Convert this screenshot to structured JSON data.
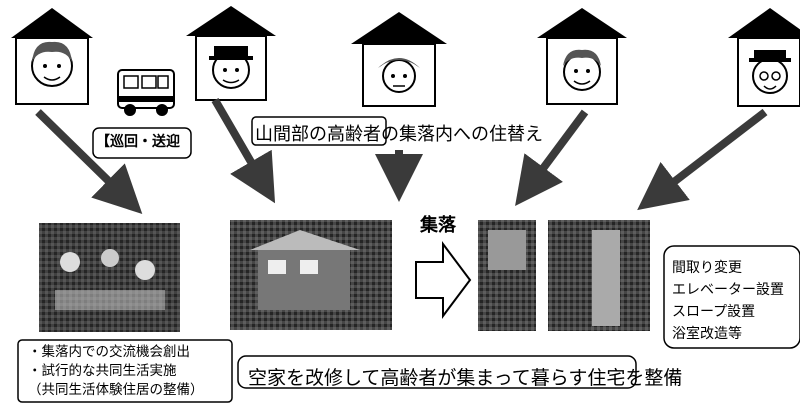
{
  "houses": [
    {
      "person": "elderly-woman"
    },
    {
      "person": "elderly-man-hat"
    },
    {
      "person": "elderly-woman-bonnet"
    },
    {
      "person": "elderly-woman-curly"
    },
    {
      "person": "elderly-man-glasses"
    }
  ],
  "labels": {
    "shuttle": "【巡回・送迎",
    "relocation": "山間部の高齢者の集落内への住替え",
    "village": "集落",
    "main": "空家を改修して高齢者が集まって暮らす住宅を整備"
  },
  "left_box": {
    "lines": [
      "・集落内での交流機会創出",
      "・試行的な共同生活実施",
      "（共同生活体験住居の整備）"
    ]
  },
  "right_box": {
    "lines": [
      "間取り変更",
      "エレベーター設置",
      "スロープ設置",
      "浴室改造等"
    ]
  },
  "colors": {
    "ink": "#000000",
    "arrow": "#3a3a3a",
    "photo_dark": "#2b2b2b"
  },
  "icons": [
    "house-icon",
    "van-icon",
    "right-arrow-icon"
  ]
}
